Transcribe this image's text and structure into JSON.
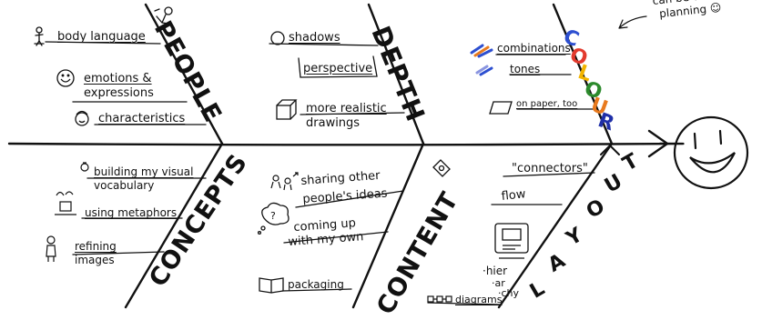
{
  "note": {
    "line1": "can be used for",
    "line2": "planning ☺"
  },
  "people": {
    "title": "PEOPLE",
    "items": [
      "body language",
      "emotions &",
      "expressions",
      "characteristics"
    ]
  },
  "depth": {
    "title": "DEPTH",
    "items": [
      "shadows",
      "perspective",
      "more realistic",
      "drawings"
    ]
  },
  "colour": {
    "letters": [
      "C",
      "O",
      "L",
      "O",
      "U",
      "R"
    ],
    "letter_colors": [
      "#2d4fd0",
      "#e23a2e",
      "#f2b400",
      "#2c8a2c",
      "#e87a1e",
      "#1f2fa8"
    ],
    "items": [
      "combinations",
      "tones",
      "on paper, too"
    ]
  },
  "concepts": {
    "title": "CONCEPTS",
    "items": [
      "building my visual",
      "vocabulary",
      "using metaphors",
      "refining",
      "images"
    ]
  },
  "content": {
    "title": "CONTENT",
    "items": [
      "sharing other",
      "people's ideas",
      "coming up",
      "with my own",
      "packaging"
    ]
  },
  "layout": {
    "letters": [
      "L",
      "A",
      "Y",
      "O",
      "U",
      "T"
    ],
    "items": [
      "\"connectors\"",
      "flow",
      "·hier",
      "·ar",
      "·chy",
      "diagrams"
    ]
  }
}
